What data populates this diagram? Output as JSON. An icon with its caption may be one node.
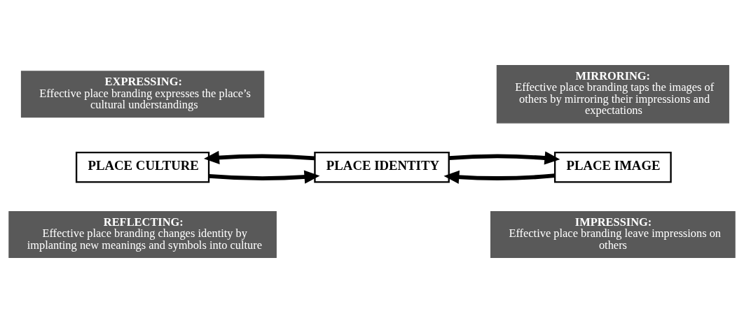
{
  "diagram": {
    "nodes": [
      {
        "text": [
          "EXPRESSING:",
          "Effective place branding expresses the place’s cultural understandings"
        ]
      },
      {
        "text": [
          "MIRRORING:",
          "Effective place branding taps the images of others by mirroring their impressions and expectations"
        ]
      },
      {
        "text": [
          "PLACE CULTURE"
        ]
      },
      {
        "text": [
          "PLACE IDENTITY"
        ]
      },
      {
        "text": [
          "PLACE IMAGE"
        ]
      },
      {
        "text": [
          "REFLECTING:",
          "Effective place branding changes identity by implanting new meanings and symbols into culture"
        ]
      },
      {
        "text": [
          "IMPRESSING:",
          "Effective place branding leave impressions on others"
        ]
      }
    ],
    "edges": [
      {
        "from": 2,
        "to": 3,
        "arrow": "to"
      },
      {
        "from": 4,
        "to": 3,
        "arrow": "to"
      },
      {
        "from": 3,
        "to": 2,
        "arrow": "to"
      },
      {
        "from": 3,
        "to": 4,
        "arrow": "to"
      }
    ]
  }
}
